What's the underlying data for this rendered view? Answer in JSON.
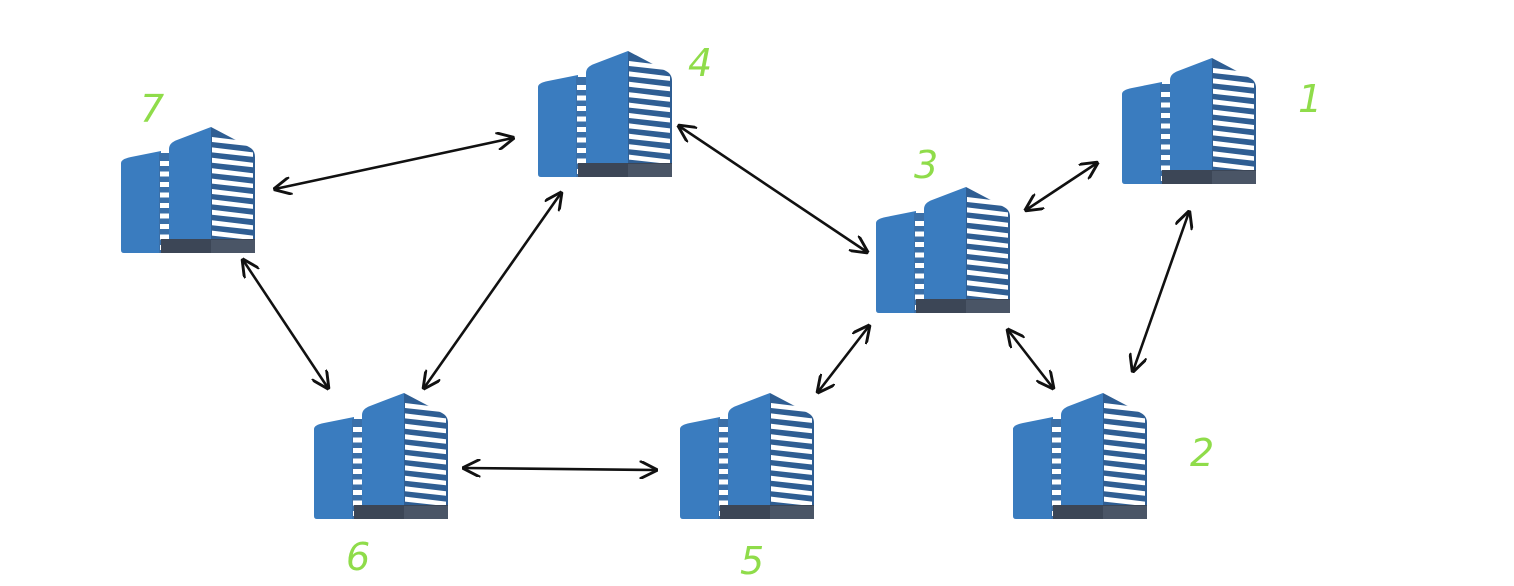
{
  "diagram": {
    "node_color": "#3a7cbf",
    "label_color": "#8fdc4a",
    "edge_color": "#111111",
    "nodes": [
      {
        "id": "1",
        "label": "1",
        "icon": "building-icon"
      },
      {
        "id": "2",
        "label": "2",
        "icon": "building-icon"
      },
      {
        "id": "3",
        "label": "3",
        "icon": "building-icon"
      },
      {
        "id": "4",
        "label": "4",
        "icon": "building-icon"
      },
      {
        "id": "5",
        "label": "5",
        "icon": "building-icon"
      },
      {
        "id": "6",
        "label": "6",
        "icon": "building-icon"
      },
      {
        "id": "7",
        "label": "7",
        "icon": "building-icon"
      }
    ],
    "edges": [
      {
        "from": "7",
        "to": "4",
        "direction": "bidirectional"
      },
      {
        "from": "7",
        "to": "6",
        "direction": "bidirectional"
      },
      {
        "from": "4",
        "to": "6",
        "direction": "bidirectional"
      },
      {
        "from": "4",
        "to": "3",
        "direction": "bidirectional"
      },
      {
        "from": "3",
        "to": "1",
        "direction": "bidirectional"
      },
      {
        "from": "3",
        "to": "5",
        "direction": "bidirectional"
      },
      {
        "from": "3",
        "to": "2",
        "direction": "bidirectional"
      },
      {
        "from": "1",
        "to": "2",
        "direction": "bidirectional"
      },
      {
        "from": "6",
        "to": "5",
        "direction": "bidirectional"
      }
    ]
  }
}
